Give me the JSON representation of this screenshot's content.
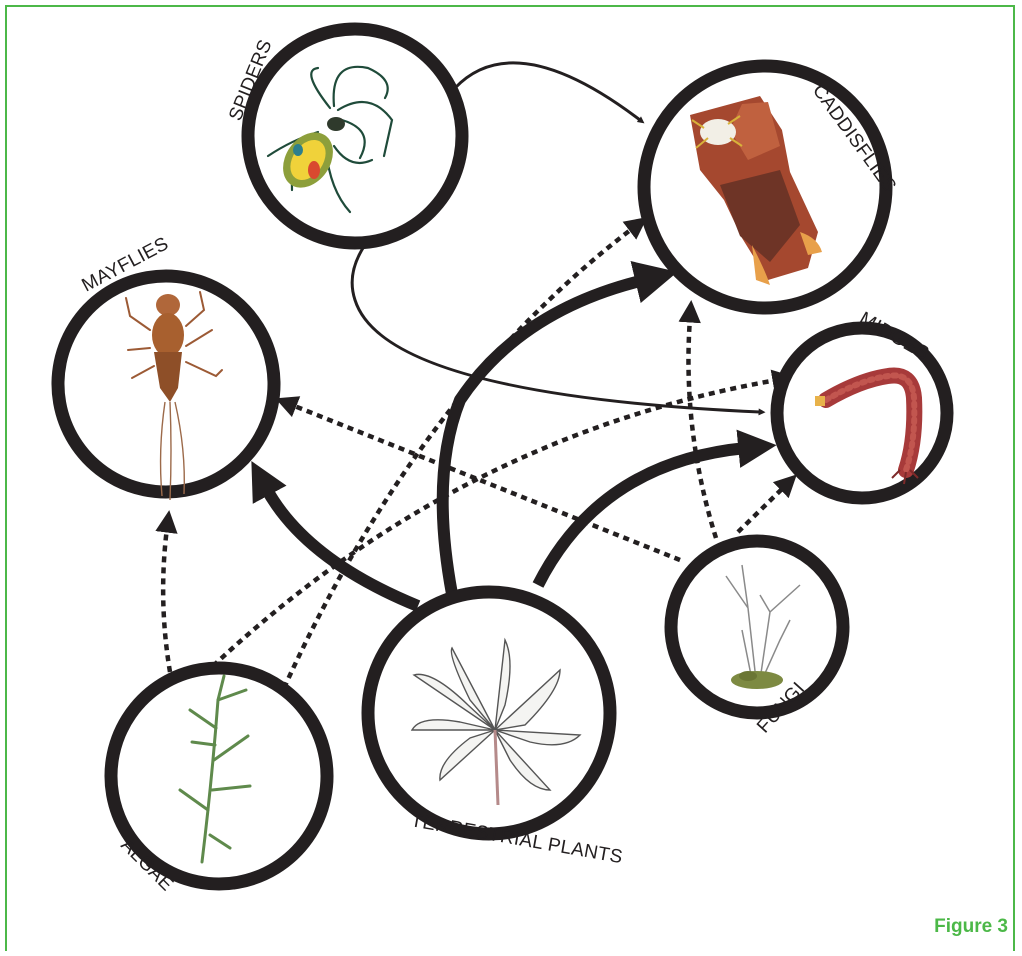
{
  "nodes": {
    "spiders": "SPIDERS",
    "caddisflies": "CADDISFLIES",
    "mayflies": "MAYFLIES",
    "midges": "MIDGES",
    "fungi": "FUNGI",
    "terrestrial_plants": "TERRESTRIAL PLANTS",
    "algae": "ALGAE"
  },
  "figure_label": "Figure 3",
  "colors": {
    "frame": "#4cb848",
    "stroke": "#231f20"
  }
}
